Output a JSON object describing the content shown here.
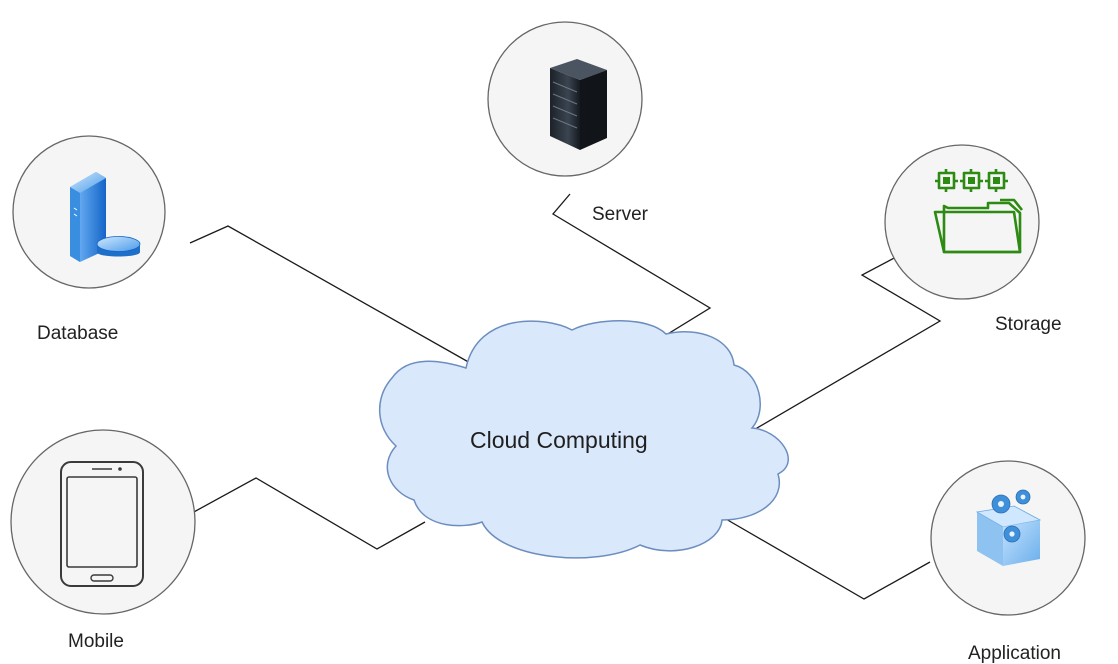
{
  "center": {
    "label": "Cloud Computing",
    "fill_color": "#dae8fc",
    "stroke_color": "#6c8ebf"
  },
  "nodes": [
    {
      "id": "database",
      "label": "Database",
      "icon": "database-server-icon"
    },
    {
      "id": "server",
      "label": "Server",
      "icon": "server-rack-icon"
    },
    {
      "id": "storage",
      "label": "Storage",
      "icon": "folder-chips-icon"
    },
    {
      "id": "mobile",
      "label": "Mobile",
      "icon": "smartphone-icon"
    },
    {
      "id": "application",
      "label": "Application",
      "icon": "gears-cube-icon"
    }
  ],
  "colors": {
    "node_fill": "#f5f5f5",
    "node_stroke": "#666666",
    "connector": "#1a1a1a",
    "storage_icon": "#2d8a12",
    "database_icon": "#1e78d6",
    "server_icon": "#2a2f36"
  }
}
